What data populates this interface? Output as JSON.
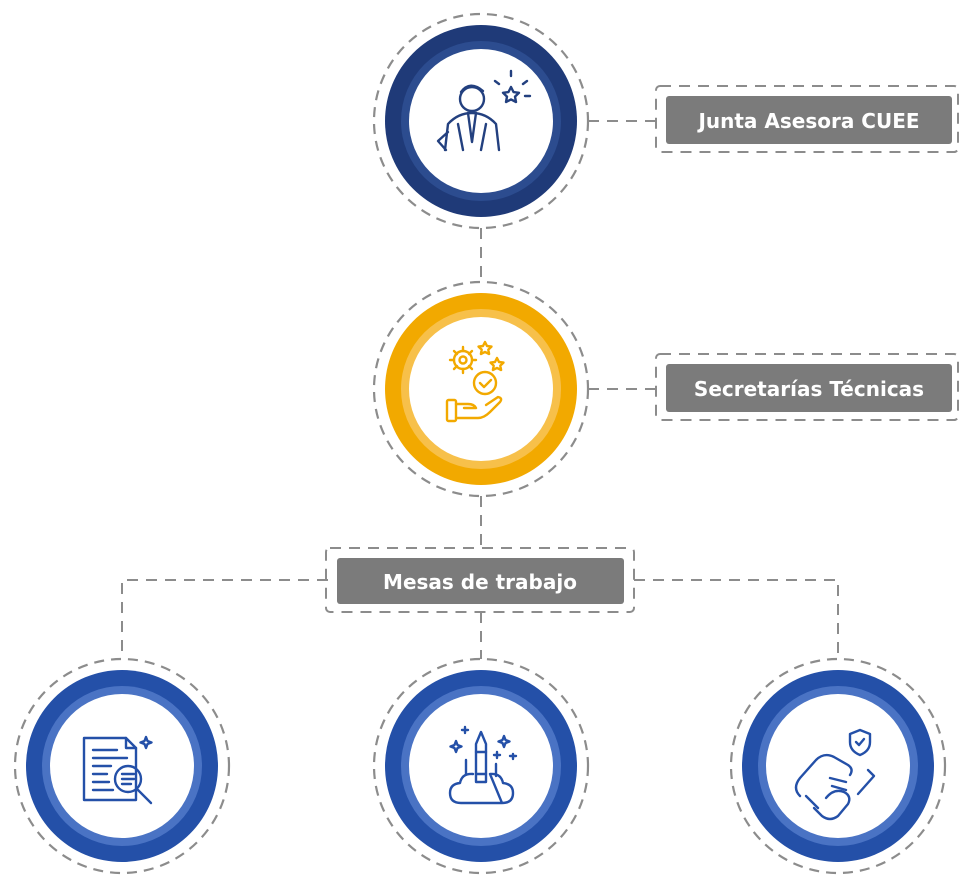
{
  "nodes": {
    "junta": {
      "label": "Junta Asesora CUEE",
      "icon": "businessman-idea-icon",
      "colors": {
        "outer": "#1f3a78",
        "mid": "#ffffff",
        "inner": "#2c4c8f",
        "icon": "#23407f"
      }
    },
    "secretarias": {
      "label": "Secretarías Técnicas",
      "icon": "gears-hand-approval-icon",
      "colors": {
        "outer": "#f2a900",
        "mid": "#ffffff",
        "inner": "#f7c04a",
        "icon": "#f2a900"
      }
    },
    "mesas": {
      "label": "Mesas de trabajo"
    },
    "left": {
      "icon": "document-search-icon",
      "colors": {
        "outer": "#2450a8",
        "mid": "#ffffff",
        "inner": "#4a73c4",
        "icon": "#2450a8"
      }
    },
    "center": {
      "icon": "creative-pencil-cloud-icon",
      "colors": {
        "outer": "#2450a8",
        "mid": "#ffffff",
        "inner": "#4a73c4",
        "icon": "#2450a8"
      }
    },
    "right": {
      "icon": "handshake-shield-icon",
      "colors": {
        "outer": "#2450a8",
        "mid": "#ffffff",
        "inner": "#4a73c4",
        "icon": "#2450a8"
      }
    }
  },
  "label_box_color": "#7b7b7b",
  "connector_color": "#8c8c8c"
}
